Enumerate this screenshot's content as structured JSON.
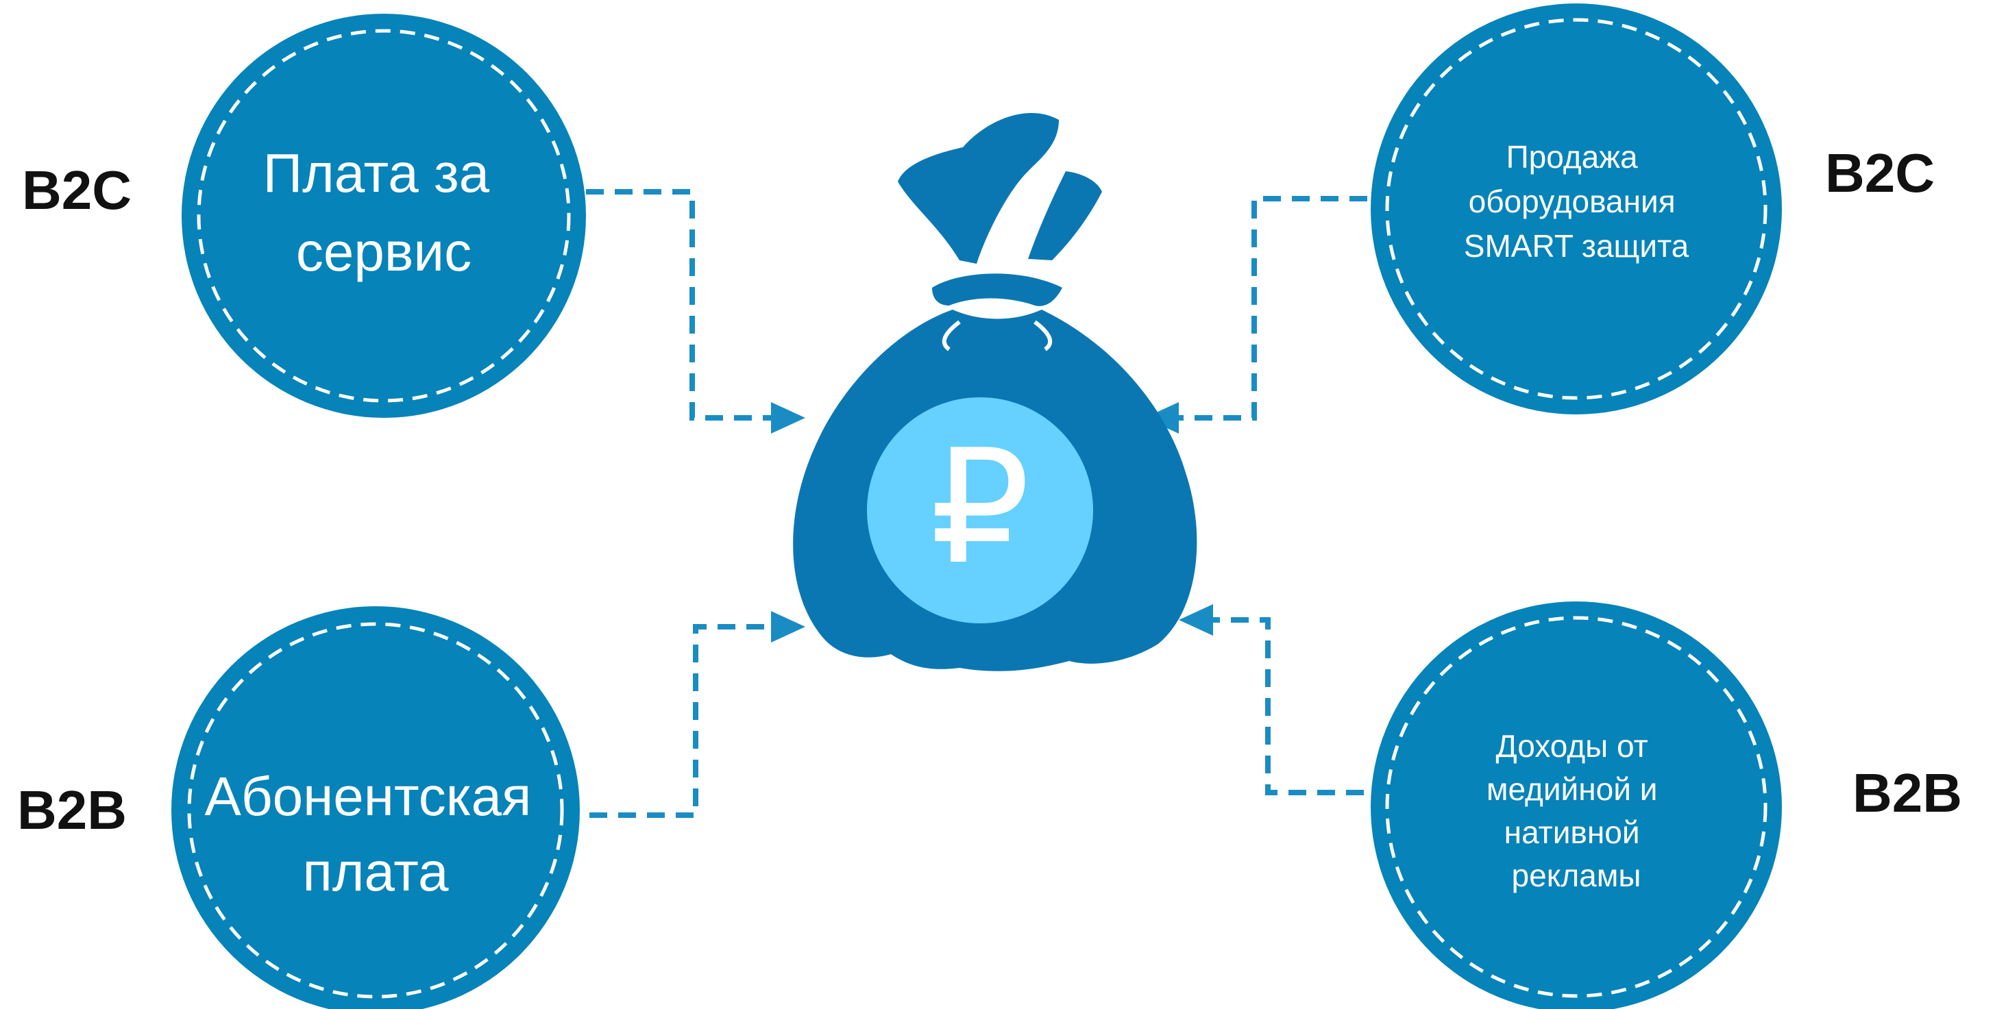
{
  "colors": {
    "circle_fill": "#0683b8",
    "circle_dash": "#ffffff",
    "connector": "#1a8cc4",
    "bag_fill": "#0b77b2",
    "coin_fill": "#66d0ff",
    "label_text": "#111111"
  },
  "center": {
    "icon": "money-bag-icon",
    "currency_symbol": "₽"
  },
  "sources": [
    {
      "id": "top-left",
      "segment": "B2C",
      "lines": [
        "Плата за",
        "сервис"
      ]
    },
    {
      "id": "bottom-left",
      "segment": "B2B",
      "lines": [
        "Абонентская",
        "плата"
      ]
    },
    {
      "id": "top-right",
      "segment": "B2C",
      "lines": [
        "Продажа",
        "оборудования",
        "SMART  защита"
      ]
    },
    {
      "id": "bottom-right",
      "segment": "B2B",
      "lines": [
        "Доходы от",
        "медийной и",
        "нативной",
        "рекламы"
      ]
    }
  ]
}
